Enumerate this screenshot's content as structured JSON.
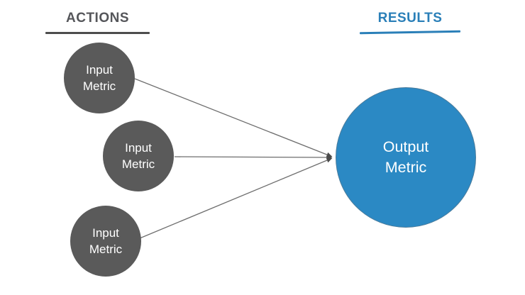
{
  "colors": {
    "background": "#ffffff",
    "input_fill": "#5a5a5a",
    "output_fill": "#2b89c4",
    "output_border": "#4a7b9b",
    "arrow": "#6e6e6e",
    "arrowhead": "#4a4a4a",
    "heading_gray": "#55565a",
    "underline_gray": "#4d4d4d",
    "heading_blue": "#2a7fb8",
    "circle_text": "#ffffff"
  },
  "headings": {
    "actions": "ACTIONS",
    "results": "RESULTS"
  },
  "nodes": {
    "inputs": [
      {
        "label": "Input Metric"
      },
      {
        "label": "Input Metric"
      },
      {
        "label": "Input Metric"
      }
    ],
    "output": {
      "label": "Output Metric"
    }
  }
}
